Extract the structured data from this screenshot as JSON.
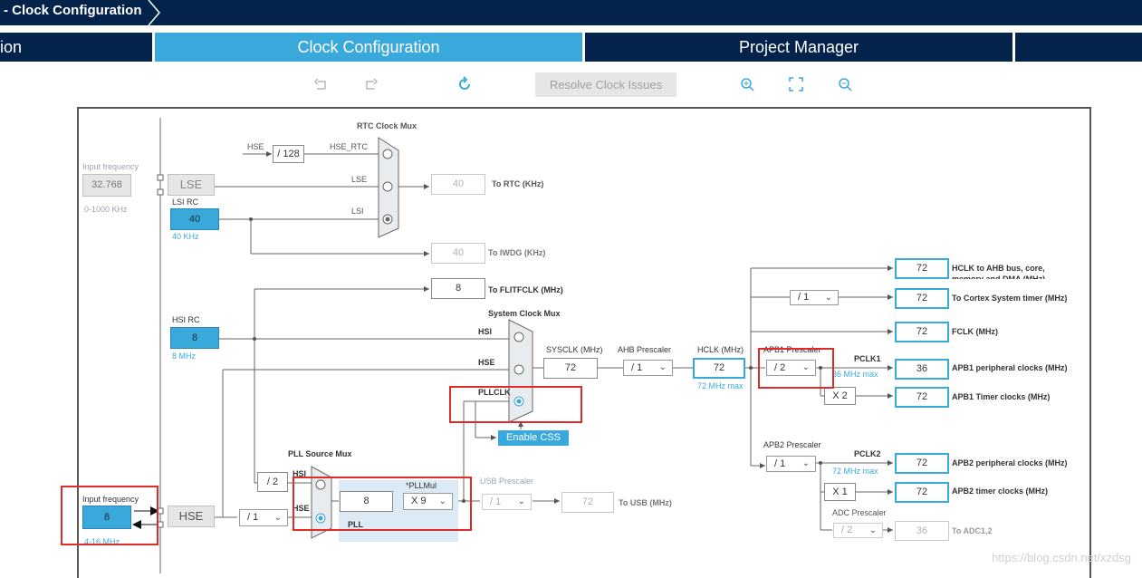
{
  "breadcrumb": "- Clock Configuration",
  "tabs": [
    {
      "label": "ion"
    },
    {
      "label": "Clock Configuration"
    },
    {
      "label": "Project Manager"
    }
  ],
  "toolbar": {
    "resolve_label": "Resolve Clock Issues"
  },
  "rtc": {
    "mux_title": "RTC Clock Mux",
    "hse_label": "HSE",
    "div128": "/ 128",
    "hse_rtc": "HSE_RTC",
    "lse_label": "LSE",
    "lsi_label": "LSI",
    "out_value": "40",
    "out_label": "To RTC (KHz)"
  },
  "iwdg": {
    "value": "40",
    "label": "To IWDG (KHz)"
  },
  "flit": {
    "value": "8",
    "label": "To FLITFCLK (MHz)"
  },
  "lse": {
    "input_caption": "Input frequency",
    "input_value": "32.768",
    "range": "0-1000 KHz",
    "block": "LSE"
  },
  "lsi": {
    "title": "LSI RC",
    "value": "40",
    "unit": "40 KHz"
  },
  "hsi": {
    "title": "HSI RC",
    "value": "8",
    "unit": "8 MHz"
  },
  "sysmux": {
    "title": "System Clock Mux",
    "hsi": "HSI",
    "hse": "HSE",
    "pllclk": "PLLCLK",
    "css_label": "Enable CSS"
  },
  "sysclk": {
    "label": "SYSCLK (MHz)",
    "value": "72"
  },
  "ahb": {
    "label": "AHB Prescaler",
    "value": "/ 1"
  },
  "hclk": {
    "label": "HCLK (MHz)",
    "value": "72",
    "max": "72 MHz max"
  },
  "cortex_div": "/ 1",
  "apb1": {
    "label": "APB1 Prescaler",
    "value": "/ 2",
    "pclk": "PCLK1",
    "max": "36 MHz max",
    "x2": "X 2"
  },
  "apb2": {
    "label": "APB2 Prescaler",
    "value": "/ 1",
    "pclk": "PCLK2",
    "max": "72 MHz max",
    "x1": "X 1"
  },
  "adc": {
    "label": "ADC Prescaler",
    "value": "/ 2",
    "out": "36",
    "out_label": "To ADC1,2"
  },
  "outputs": [
    {
      "value": "72",
      "label": "HCLK to AHB bus, core, memory and DMA (MHz)"
    },
    {
      "value": "72",
      "label": "To Cortex System timer (MHz)"
    },
    {
      "value": "72",
      "label": "FCLK (MHz)"
    },
    {
      "value": "36",
      "label": "APB1 peripheral clocks (MHz)"
    },
    {
      "value": "72",
      "label": "APB1 Timer clocks (MHz)"
    },
    {
      "value": "72",
      "label": "APB2 peripheral clocks (MHz)"
    },
    {
      "value": "72",
      "label": "APB2 timer clocks (MHz)"
    }
  ],
  "pll": {
    "mux_title": "PLL Source Mux",
    "hsi": "HSI",
    "hse": "HSE",
    "div2": "/ 2",
    "value": "8",
    "mul_label": "*PLLMul",
    "mul_value": "X 9",
    "label": "PLL"
  },
  "usb": {
    "label": "USB Prescaler",
    "value": "/ 1",
    "out": "72",
    "out_label": "To USB (MHz)"
  },
  "hse": {
    "input_caption": "Input frequency",
    "input_value": "8",
    "range": "4-16 MHz",
    "block": "HSE",
    "div": "/ 1"
  },
  "watermark": "https://blog.csdn.net/xzdsg",
  "colors": {
    "navy": "#03234b",
    "accent": "#39a9dc",
    "highlight": "#e02b2b"
  }
}
